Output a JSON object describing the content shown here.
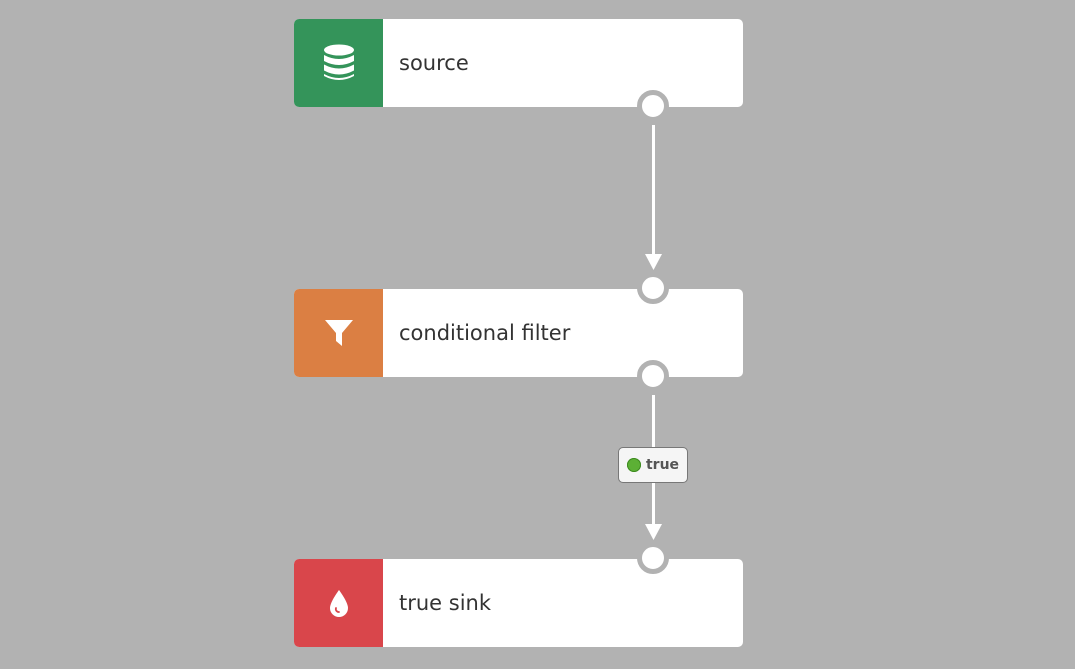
{
  "nodes": [
    {
      "id": "source",
      "label": "source",
      "icon": "database-icon",
      "color": "#34945a"
    },
    {
      "id": "conditional-filter",
      "label": "conditional filter",
      "icon": "filter-icon",
      "color": "#db7f43"
    },
    {
      "id": "true-sink",
      "label": "true sink",
      "icon": "drop-icon",
      "color": "#d9464b"
    }
  ],
  "edges": [
    {
      "from": "source",
      "to": "conditional-filter",
      "label": ""
    },
    {
      "from": "conditional-filter",
      "to": "true-sink",
      "label": "true",
      "label_dot_color": "#5cb035"
    }
  ]
}
